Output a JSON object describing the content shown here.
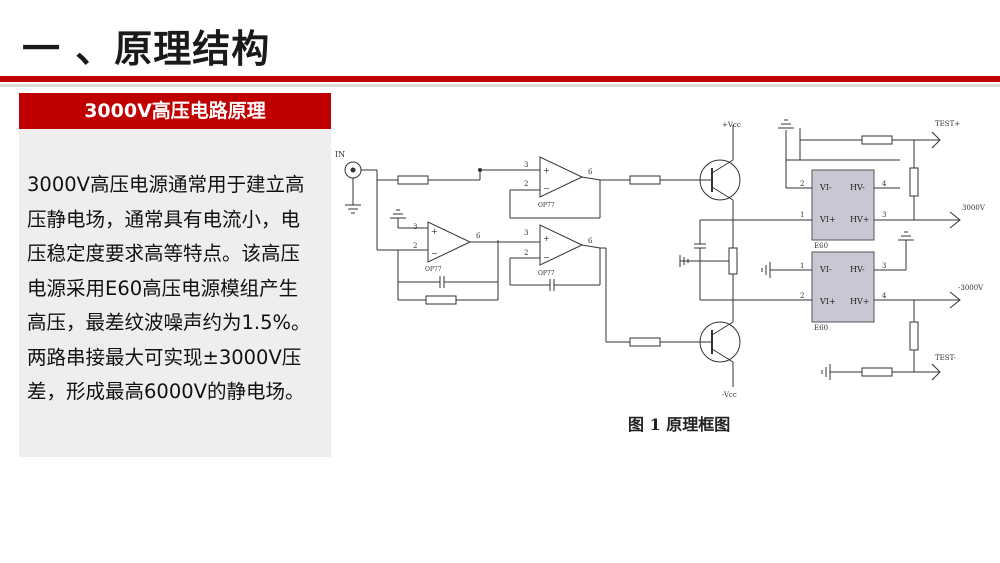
{
  "slide": {
    "title": "一 、原理结构",
    "card_heading": "3000V高压电路原理",
    "card_text": "3000V高压电源通常用于建立高\n压静电场，通常具有电流小，电\n压稳定度要求高等特点。该高压\n电源采用E60高压电源模组产生\n高压，最差纹波噪声约为1.5%。\n两路串接最大可实现±3000V压\n差，形成最高6000V的静电场。"
  },
  "figure": {
    "caption": "图 1  原理框图",
    "labels": {
      "in": "IN",
      "vcc_pos": "+Vcc",
      "vcc_neg": "-Vcc",
      "test_pos": "TEST+",
      "test_neg": "TEST-",
      "out_pos": "3000V",
      "out_neg": "-3000V",
      "opamp": "OP77",
      "module": "E60",
      "vi_minus": "VI-",
      "vi_plus": "VI+",
      "hv_minus": "HV-",
      "hv_plus": "HV+",
      "pin1": "1",
      "pin2": "2",
      "pin3": "3",
      "pin4": "4",
      "pin6": "6",
      "plus": "+",
      "minus": "−"
    }
  }
}
